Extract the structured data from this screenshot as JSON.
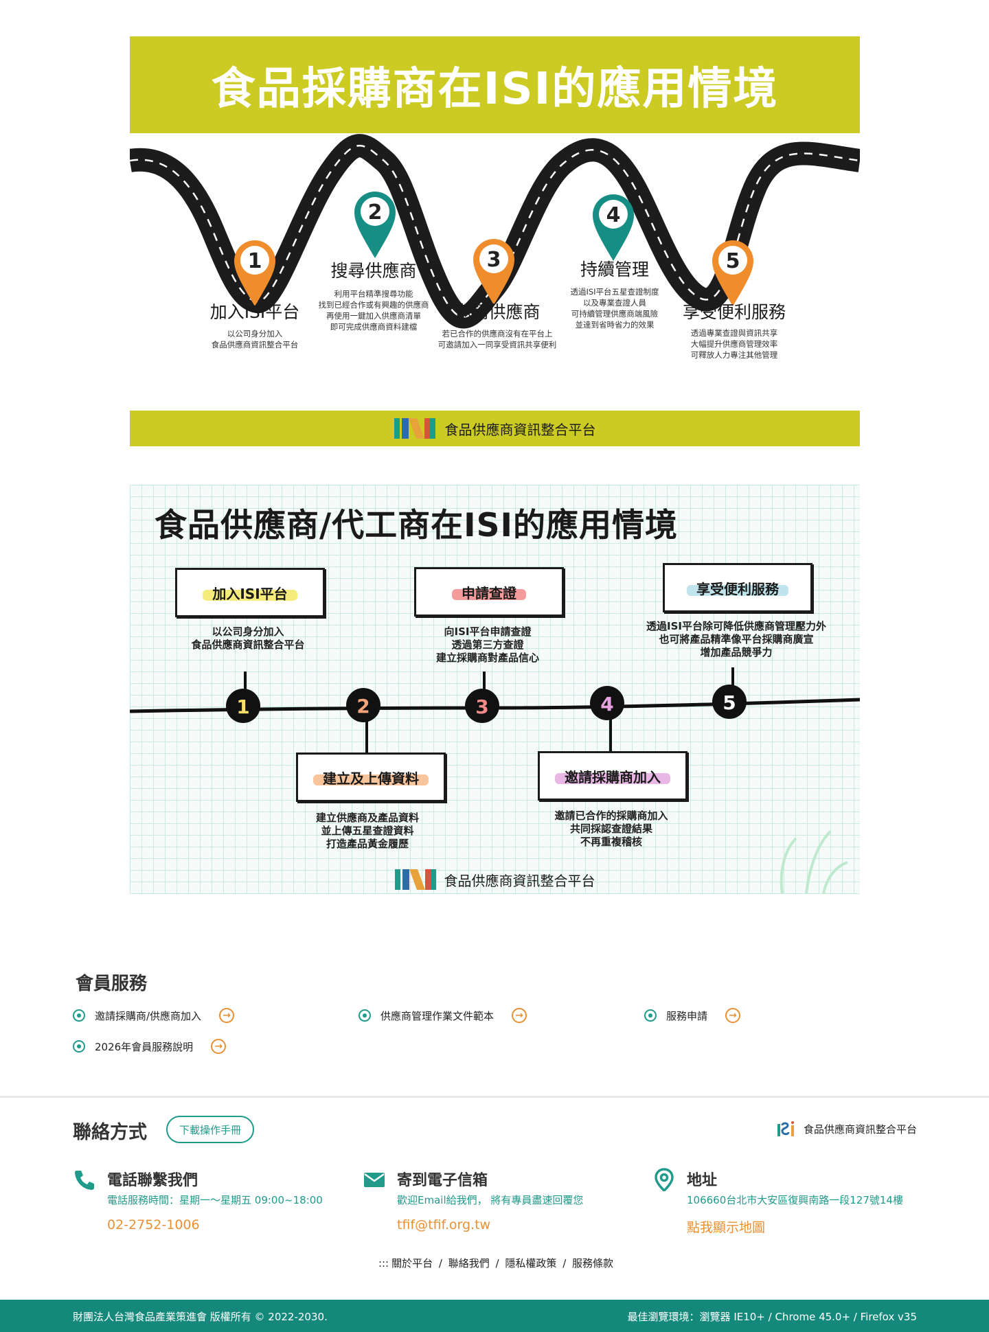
{
  "purchaser_infographic": {
    "title": "食品採購商在ISI的應用情境",
    "steps": [
      {
        "num": "1",
        "title": "加入ISI平台",
        "desc": [
          "以公司身分加入",
          "食品供應商資訊整合平台"
        ]
      },
      {
        "num": "2",
        "title": "搜尋供應商",
        "desc": [
          "利用平台精準搜尋功能",
          "找到已經合作或有興趣的供應商",
          "再使用一鍵加入供應商清單",
          "即可完成供應商資料建檔"
        ]
      },
      {
        "num": "3",
        "title": "邀請供應商",
        "desc": [
          "若已合作的供應商沒有在平台上",
          "可邀請加入一同享受資訊共享便利"
        ]
      },
      {
        "num": "4",
        "title": "持續管理",
        "desc": [
          "透過ISI平台五星查證制度",
          "以及專業查證人員",
          "可持續管理供應商端風險",
          "並達到省時省力的效果"
        ]
      },
      {
        "num": "5",
        "title": "享受便利服務",
        "desc": [
          "透過專業查證與資訊共享",
          "大幅提升供應商管理效率",
          "可釋放人力專注其他管理"
        ]
      }
    ],
    "footer_brand": "食品供應商資訊整合平台"
  },
  "supplier_infographic": {
    "title": "食品供應商/代工商在ISI的應用情境",
    "steps": [
      {
        "num": "1",
        "title": "加入ISI平台",
        "desc": [
          "以公司身分加入",
          "食品供應商資訊整合平台"
        ]
      },
      {
        "num": "2",
        "title": "建立及上傳資料",
        "desc": [
          "建立供應商及產品資料",
          "並上傳五星查證資料",
          "打造產品黃金履歷"
        ]
      },
      {
        "num": "3",
        "title": "申請查證",
        "desc": [
          "向ISI平台申請查證",
          "透過第三方查證",
          "建立採購商對產品信心"
        ]
      },
      {
        "num": "4",
        "title": "邀請採購商加入",
        "desc": [
          "邀請已合作的採購商加入",
          "共同採認查證結果",
          "不再重複稽核"
        ]
      },
      {
        "num": "5",
        "title": "享受便利服務",
        "desc": [
          "透過ISI平台除可降低供應商管理壓力外",
          "也可將產品精準像平台採購商廣宣",
          "增加產品競爭力"
        ]
      }
    ],
    "footer_brand": "食品供應商資訊整合平台"
  },
  "member_services": {
    "title": "會員服務",
    "links": [
      "邀請採購商/供應商加入",
      "供應商管理作業文件範本",
      "服務申請",
      "2026年會員服務說明"
    ]
  },
  "contact": {
    "title": "聯絡方式",
    "download_button": "下載操作手冊",
    "brand": "食品供應商資訊整合平台",
    "phone": {
      "heading": "電話聯繫我們",
      "sub": "電話服務時間：星期一～星期五 09:00~18:00",
      "value": "02-2752-1006"
    },
    "email": {
      "heading": "寄到電子信箱",
      "sub": "歡迎Email給我們， 將有專員盡速回覆您",
      "value": "tfif@tfif.org.tw"
    },
    "address": {
      "heading": "地址",
      "sub": "106660台北市大安區復興南路一段127號14樓",
      "value": "點我顯示地圖"
    },
    "footer_prefix": ":::",
    "footer_links": [
      "關於平台",
      "聯絡我們",
      "隱私權政策",
      "服務條款"
    ],
    "separator": "/"
  },
  "bottom_bar": {
    "copyright": "財團法人台灣食品產業策進會 版權所有 © 2022-2030.",
    "browser": "最佳瀏覽環境：瀏覽器 IE10+ / Chrome 45.0+ / Firefox v35"
  },
  "colors": {
    "banner": "#cccb23",
    "teal": "#1f9a8b",
    "orange": "#e89033",
    "pin_orange": "#ef8d2d",
    "pin_teal": "#178e83",
    "bottom_bar": "#14897b"
  }
}
